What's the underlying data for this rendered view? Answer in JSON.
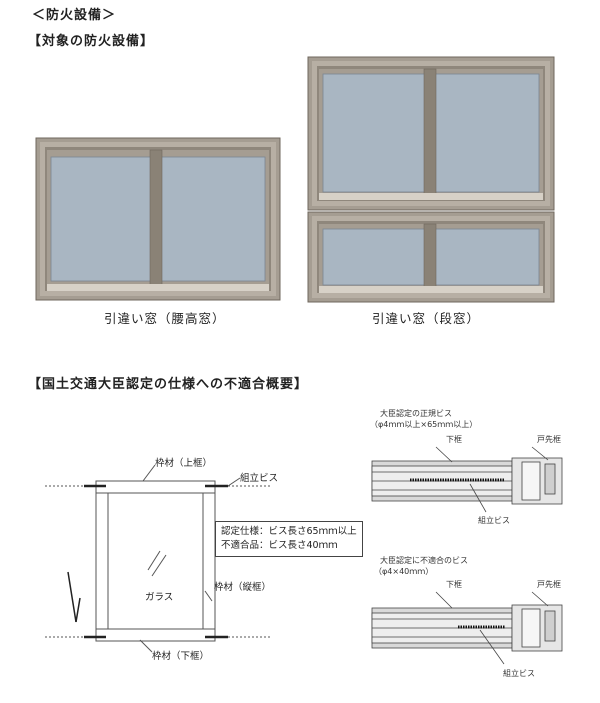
{
  "section_title": "＜防火設備＞",
  "subsection_1": "【対象の防火設備】",
  "window_caption_left": "引違い窓（腰高窓）",
  "window_caption_right": "引違い窓（段窓）",
  "subsection_2": "【国土交通大臣認定の仕様への不適合概要】",
  "diagram": {
    "frame_top": "枠材（上框）",
    "frame_side": "枠材（縦框）",
    "frame_bottom": "枠材（下框）",
    "glass": "ガラス",
    "assembly_screw": "組立ビス",
    "spec_line1": "認定仕様：ビス長さ65ｍｍ以上",
    "spec_line2": "不適合品：ビス長さ40ｍｍ"
  },
  "section_top": {
    "title": "大臣認定の正規ビス",
    "size": "（φ4ｍｍ以上×65ｍｍ以上）",
    "lower_frame": "下框",
    "door_frame": "戸先框",
    "screw": "組立ビス"
  },
  "section_bottom": {
    "title": "大臣認定に不適合のビス",
    "size": "（φ4×40ｍｍ）",
    "lower_frame": "下框",
    "door_frame": "戸先框",
    "screw": "組立ビス"
  },
  "colors": {
    "frame": "#a59d92",
    "frame_dark": "#7d756a",
    "glass": "#a9b6c2",
    "sill": "#d7d1c7"
  }
}
